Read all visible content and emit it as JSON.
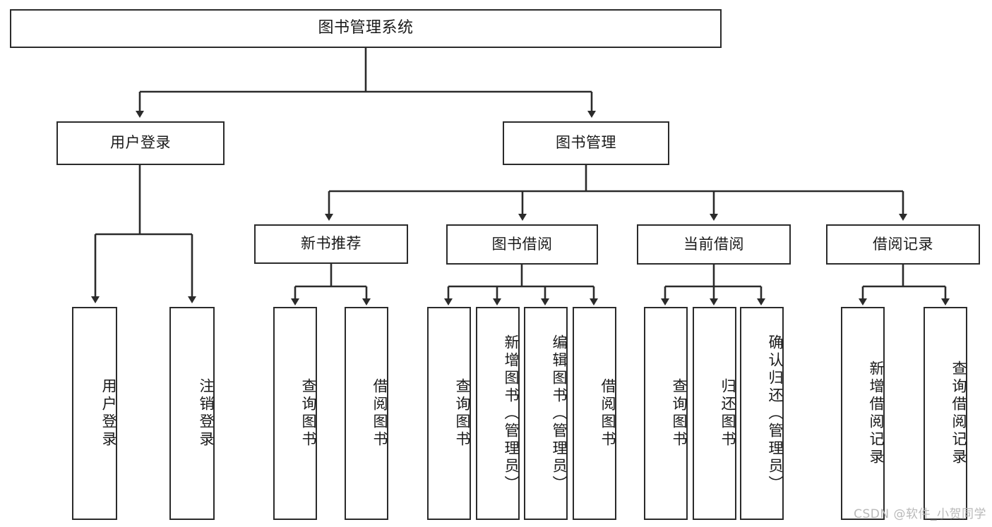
{
  "diagram": {
    "title": "图书管理系统",
    "type": "功能结构图",
    "stroke_color": "#2b2b2b",
    "fill_color": "#ffffff",
    "text_color": "#1a1a1a"
  },
  "root": {
    "label": "图书管理系统"
  },
  "level1": [
    {
      "id": "user-login",
      "label": "用户登录"
    },
    {
      "id": "book-manage",
      "label": "图书管理"
    }
  ],
  "level2": [
    {
      "id": "new-book-recommend",
      "label": "新书推荐",
      "parent": "book-manage"
    },
    {
      "id": "book-borrow",
      "label": "图书借阅",
      "parent": "book-manage"
    },
    {
      "id": "current-borrow",
      "label": "当前借阅",
      "parent": "book-manage"
    },
    {
      "id": "borrow-record",
      "label": "借阅记录",
      "parent": "book-manage"
    }
  ],
  "leaves": [
    {
      "id": "leaf-user-login",
      "label": "用户登录",
      "parent": "user-login"
    },
    {
      "id": "leaf-logout",
      "label": "注销登录",
      "parent": "user-login"
    },
    {
      "id": "leaf-query-book-1",
      "label": "查询图书",
      "parent": "new-book-recommend"
    },
    {
      "id": "leaf-borrow-book-1",
      "label": "借阅图书",
      "parent": "new-book-recommend"
    },
    {
      "id": "leaf-query-book-2",
      "label": "查询图书",
      "parent": "book-borrow"
    },
    {
      "id": "leaf-add-book",
      "label": "新增图书（管理员）",
      "parent": "book-borrow"
    },
    {
      "id": "leaf-edit-book",
      "label": "编辑图书（管理员）",
      "parent": "book-borrow"
    },
    {
      "id": "leaf-borrow-book-2",
      "label": "借阅图书",
      "parent": "book-borrow"
    },
    {
      "id": "leaf-query-book-3",
      "label": "查询图书",
      "parent": "current-borrow"
    },
    {
      "id": "leaf-return-book",
      "label": "归还图书",
      "parent": "current-borrow"
    },
    {
      "id": "leaf-confirm-return",
      "label": "确认归还（管理员）",
      "parent": "current-borrow"
    },
    {
      "id": "leaf-add-record",
      "label": "新增借阅记录",
      "parent": "borrow-record"
    },
    {
      "id": "leaf-query-record",
      "label": "查询借阅记录",
      "parent": "borrow-record"
    }
  ],
  "watermark": {
    "text": "CSDN @软件_小贺同学"
  }
}
